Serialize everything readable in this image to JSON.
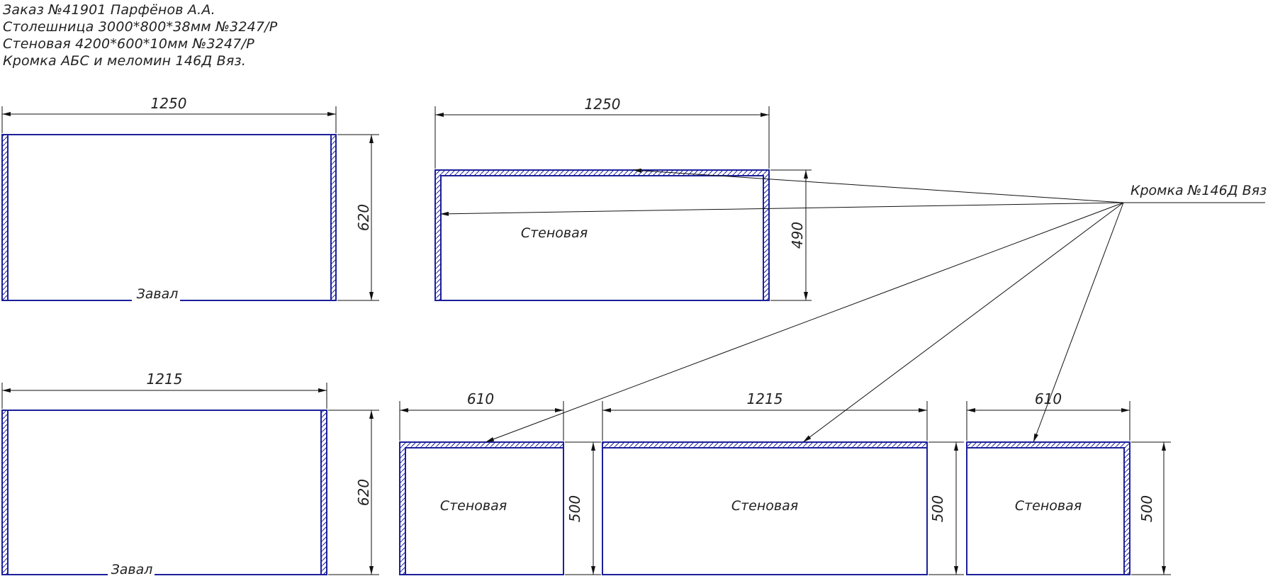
{
  "header": {
    "order": "Заказ №41901 Парфёнов А.А.",
    "worktop": "Столешница 3000*800*38мм №3247/Р",
    "wall_panel": "Стеновая 4200*600*10мм №3247/Р",
    "edge": "Кромка АБС и меломин 146Д Вяз."
  },
  "callout": {
    "label": "Кромка №146Д Вяз"
  },
  "parts": {
    "worktop_a": {
      "width": "1250",
      "height": "620",
      "label": "Завал"
    },
    "wall_a": {
      "width": "1250",
      "height": "490",
      "label": "Стеновая"
    },
    "worktop_b": {
      "width": "1215",
      "height": "620",
      "label": "Завал"
    },
    "wall_b": {
      "width": "610",
      "height": "500",
      "label": "Стеновая"
    },
    "wall_c": {
      "width": "1215",
      "height": "500",
      "label": "Стеновая"
    },
    "wall_d": {
      "width": "610",
      "height": "500",
      "label": "Стеновая"
    }
  },
  "colors": {
    "panel_outline": "#1b1f9a",
    "dimension_line": "#111111",
    "text": "#222222"
  }
}
